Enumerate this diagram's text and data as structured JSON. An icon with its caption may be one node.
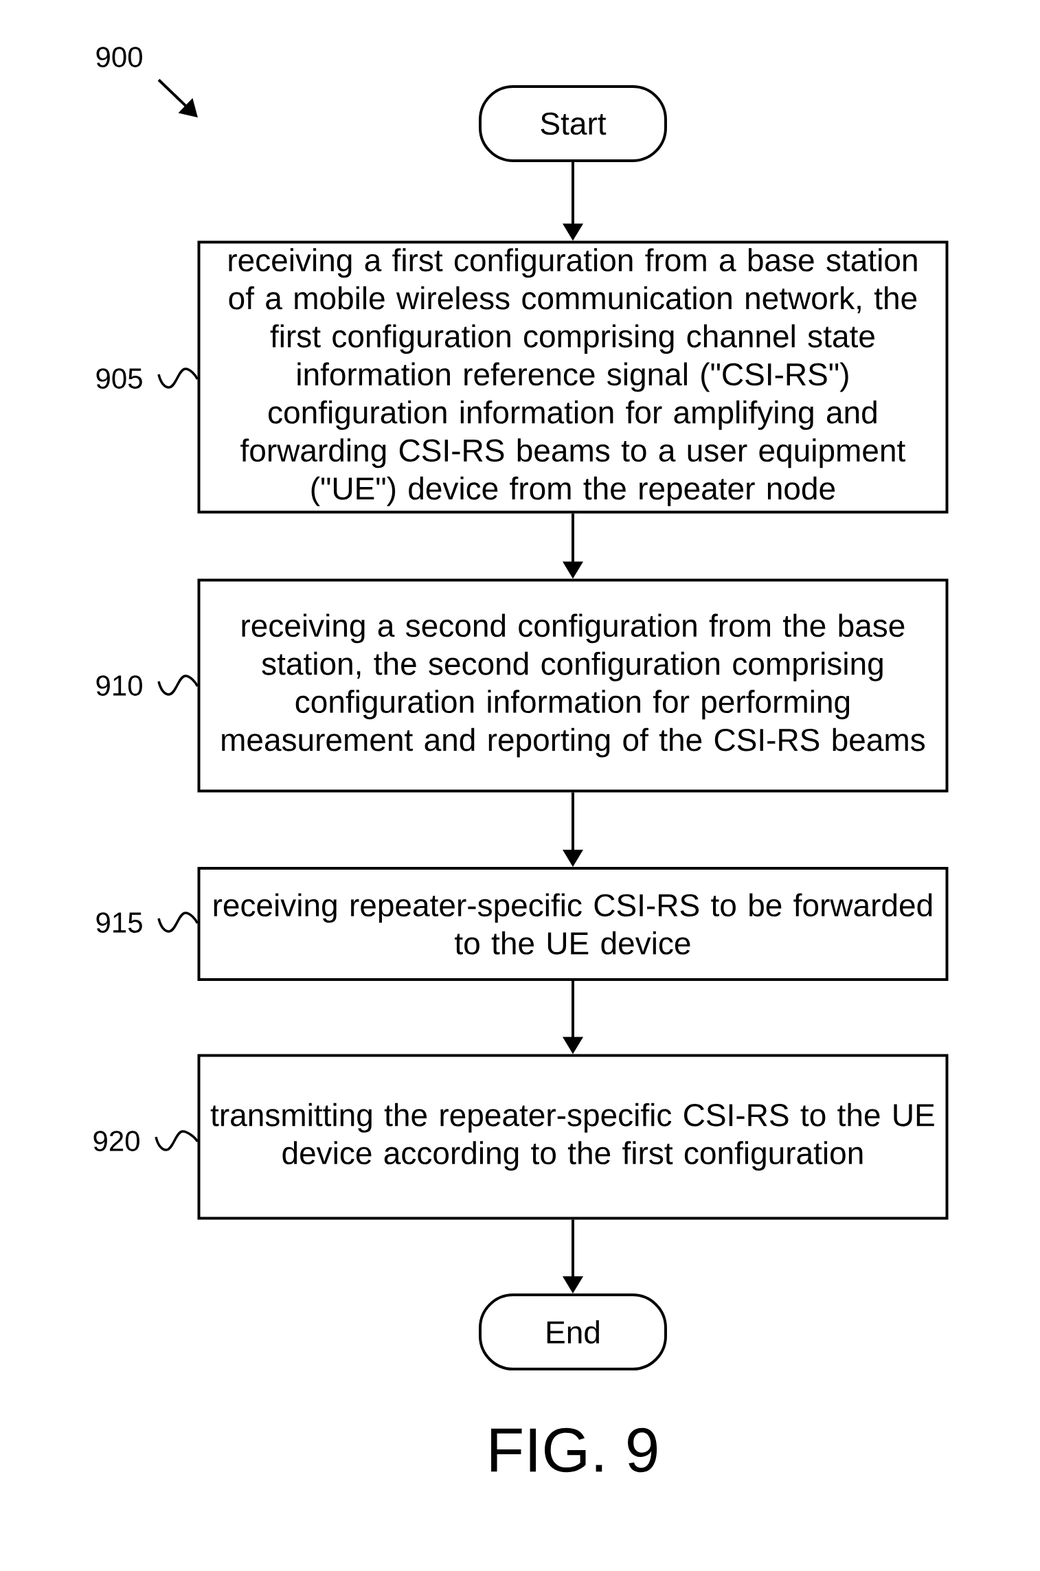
{
  "diagram": {
    "caption": "FIG. 9",
    "nodes": [
      {
        "text": [
          "900"
        ]
      },
      {
        "text": [
          "Start"
        ]
      },
      {
        "text": [
          "receiving a first configuration from a base station of a mobile wireless communication network, the first configuration comprising channel state information reference signal (\"CSI-RS\") configuration information for amplifying and forwarding CSI-RS beams to a user equipment (\"UE\") device from the repeater node"
        ]
      },
      {
        "text": [
          "905"
        ]
      },
      {
        "text": [
          "receiving a second configuration from the base station, the second configuration comprising configuration information for performing measurement and reporting of the CSI-RS beams"
        ]
      },
      {
        "text": [
          "910"
        ]
      },
      {
        "text": [
          "receiving repeater-specific CSI-RS to be forwarded to the UE device"
        ]
      },
      {
        "text": [
          "915"
        ]
      },
      {
        "text": [
          "transmitting the repeater-specific CSI-RS to the UE device according to the first configuration"
        ]
      },
      {
        "text": [
          "920"
        ]
      },
      {
        "text": [
          "End"
        ]
      }
    ],
    "edges": [
      {
        "from": 1,
        "to": 2,
        "arrow": "to"
      },
      {
        "from": 3,
        "to": 2,
        "arrow": "none"
      },
      {
        "from": 2,
        "to": 4,
        "arrow": "to"
      },
      {
        "from": 5,
        "to": 4,
        "arrow": "none"
      },
      {
        "from": 4,
        "to": 6,
        "arrow": "to"
      },
      {
        "from": 7,
        "to": 6,
        "arrow": "none"
      },
      {
        "from": 6,
        "to": 8,
        "arrow": "to"
      },
      {
        "from": 9,
        "to": 8,
        "arrow": "none"
      },
      {
        "from": 8,
        "to": 10,
        "arrow": "to"
      },
      {
        "from": 0,
        "to": null,
        "arrow": "to"
      }
    ]
  }
}
